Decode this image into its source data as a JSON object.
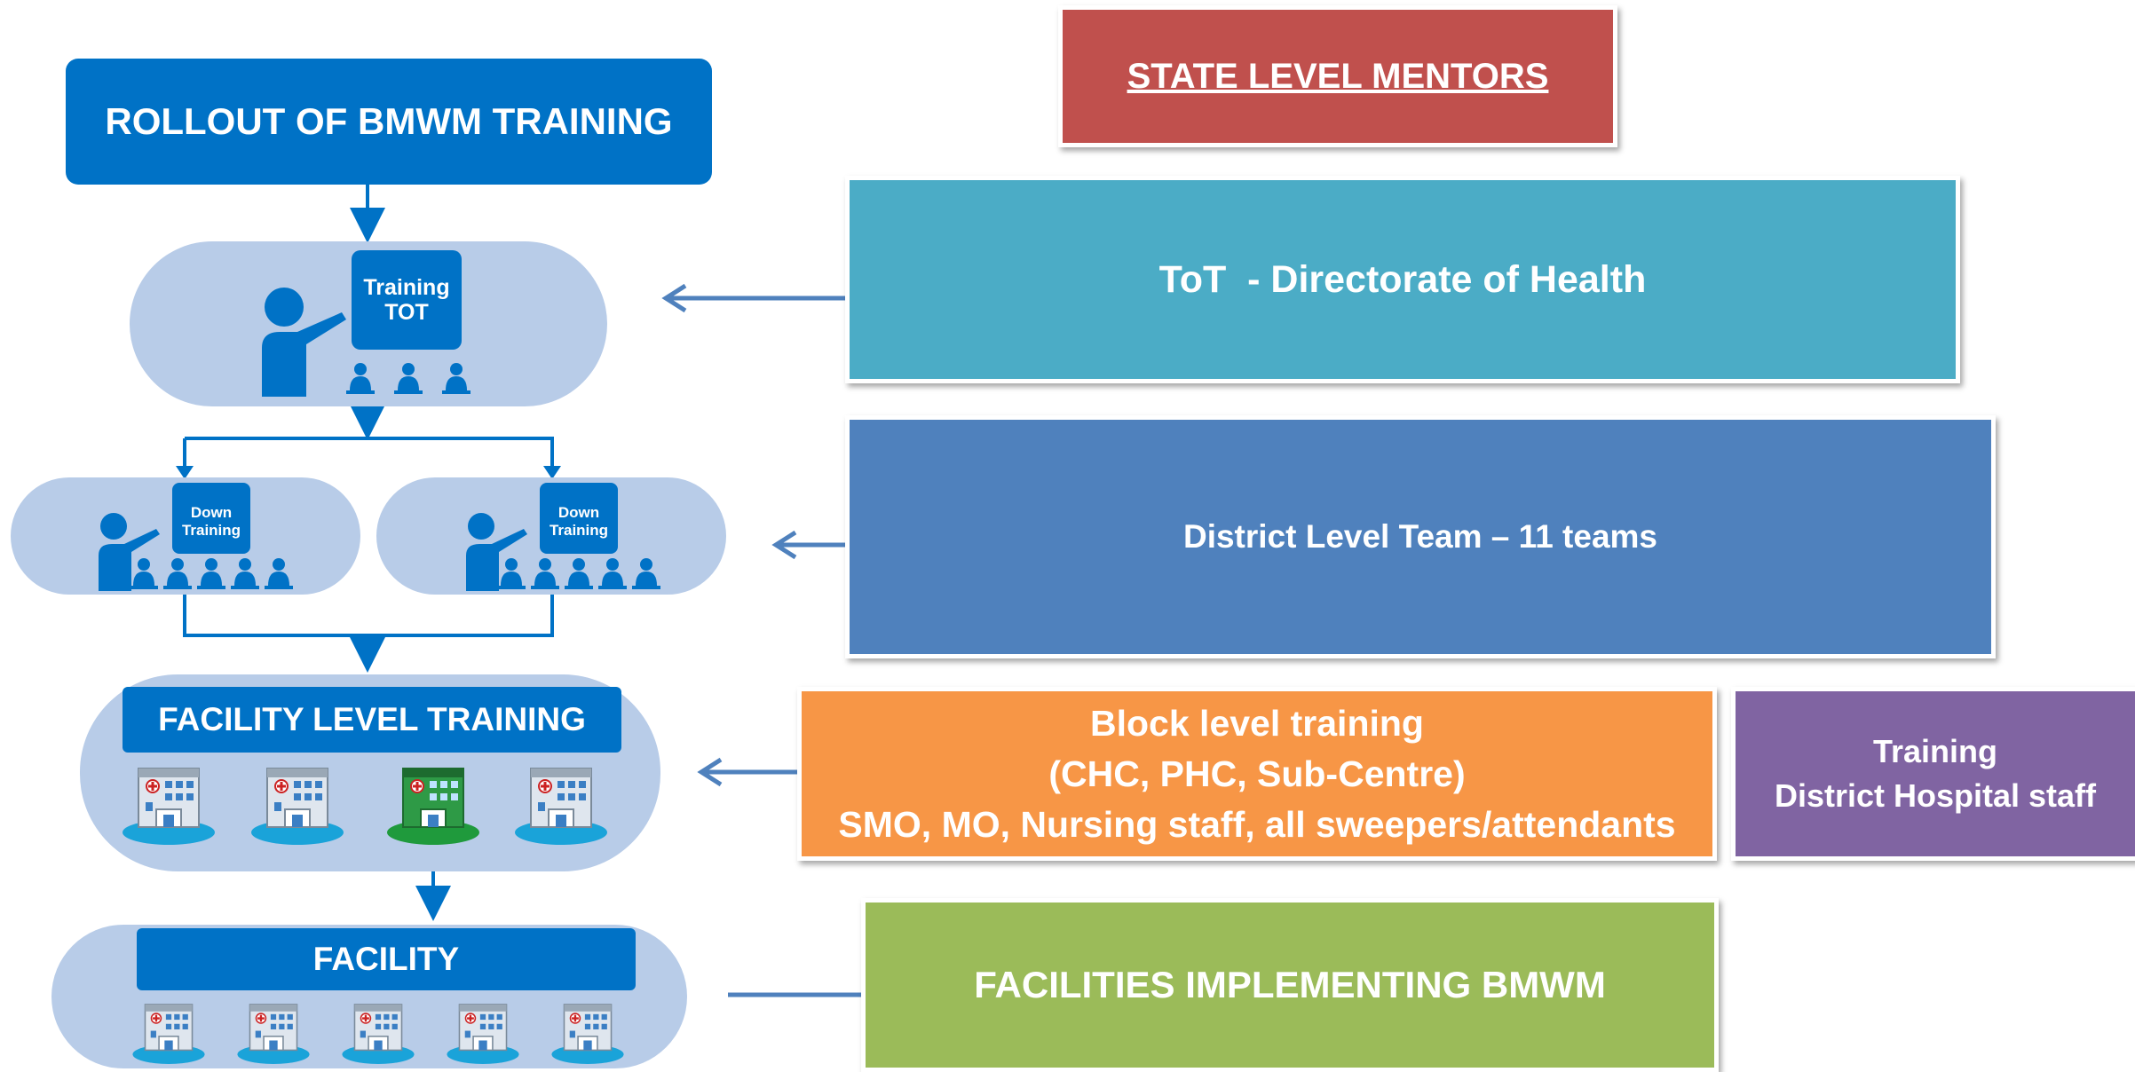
{
  "left_flow": {
    "title": "ROLLOUT OF BMWM TRAINING",
    "tot_board": [
      "Training",
      "TOT"
    ],
    "down_board_1": [
      "Down",
      "Training"
    ],
    "down_board_2": [
      "Down",
      "Training"
    ],
    "facility_level_title": "FACILITY LEVEL TRAINING",
    "facility_title": "FACILITY"
  },
  "right_boxes": {
    "state_mentors": "STATE LEVEL MENTORS",
    "tot_directorate": "ToT  - Directorate of Health",
    "district_team": "District Level Team – 11 teams",
    "block_training": [
      "Block level training",
      "(CHC, PHC, Sub-Centre)",
      "SMO, MO, Nursing staff, all sweepers/attendants"
    ],
    "district_hospital": [
      "Training",
      "District Hospital staff"
    ],
    "facilities_implementing": "FACILITIES IMPLEMENTING BMWM"
  },
  "colors": {
    "state_mentors": "#c0504d",
    "tot_directorate": "#4bacc6",
    "district_team": "#4f81bd",
    "block_training": "#f79646",
    "district_hospital": "#8064a2",
    "facilities_implementing": "#9bbb59",
    "flow_blue": "#0072c6",
    "pill": "#b8cce8"
  }
}
